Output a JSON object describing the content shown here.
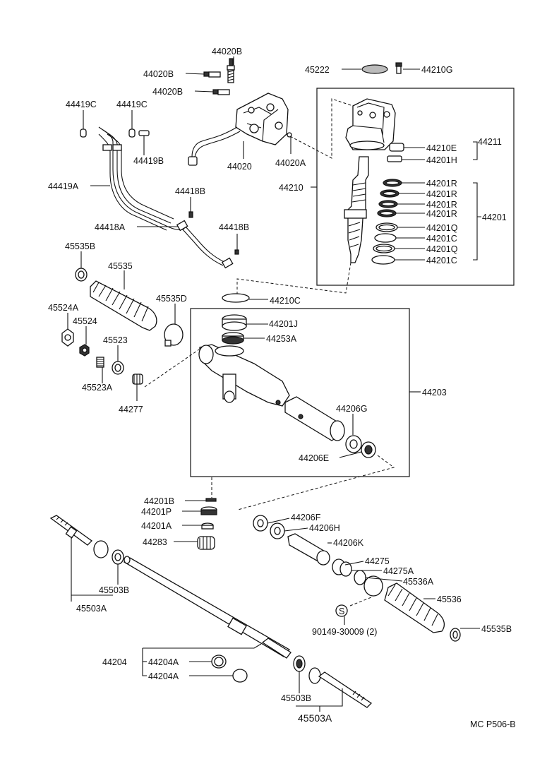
{
  "labels": {
    "p44020B_1": "44020B",
    "p44020B_2": "44020B",
    "p44020B_3": "44020B",
    "p45222": "45222",
    "p44210G": "44210G",
    "p44419C_1": "44419C",
    "p44419C_2": "44419C",
    "p44419B": "44419B",
    "p44020": "44020",
    "p44020A": "44020A",
    "p44210": "44210",
    "p44211": "44211",
    "p44210E": "44210E",
    "p44201H": "44201H",
    "p44419A": "44419A",
    "p44418B_1": "44418B",
    "p44418A": "44418A",
    "p44418B_2": "44418B",
    "p44201R_1": "44201R",
    "p44201R_2": "44201R",
    "p44201R_3": "44201R",
    "p44201R_4": "44201R",
    "p44201Q_1": "44201Q",
    "p44201C_1": "44201C",
    "p44201Q_2": "44201Q",
    "p44201C_2": "44201C",
    "p44201": "44201",
    "p45535B": "45535B",
    "p45535": "45535",
    "p45535D": "45535D",
    "p44210C": "44210C",
    "p45524A": "45524A",
    "p45524": "45524",
    "p44201J": "44201J",
    "p44253A": "44253A",
    "p45523": "45523",
    "p45523A": "45523A",
    "p44277": "44277",
    "p44203": "44203",
    "p44206G": "44206G",
    "p44206E": "44206E",
    "p44201B": "44201B",
    "p44201P": "44201P",
    "p44201A": "44201A",
    "p44283": "44283",
    "p44206F": "44206F",
    "p44206H": "44206H",
    "p44206K": "44206K",
    "p44275": "44275",
    "p44275A": "44275A",
    "p45536A": "45536A",
    "p45503B_1": "45503B",
    "p45503A_1": "45503A",
    "p45536": "45536",
    "p90149": "90149-30009 (2)",
    "p45535B_2": "45535B",
    "p44204": "44204",
    "p44204A_1": "44204A",
    "p44204A_2": "44204A",
    "p45503B_2": "45503B",
    "p45503A_2": "45503A",
    "symbol_s": "S"
  },
  "footer": {
    "code": "MC  P506-B"
  }
}
